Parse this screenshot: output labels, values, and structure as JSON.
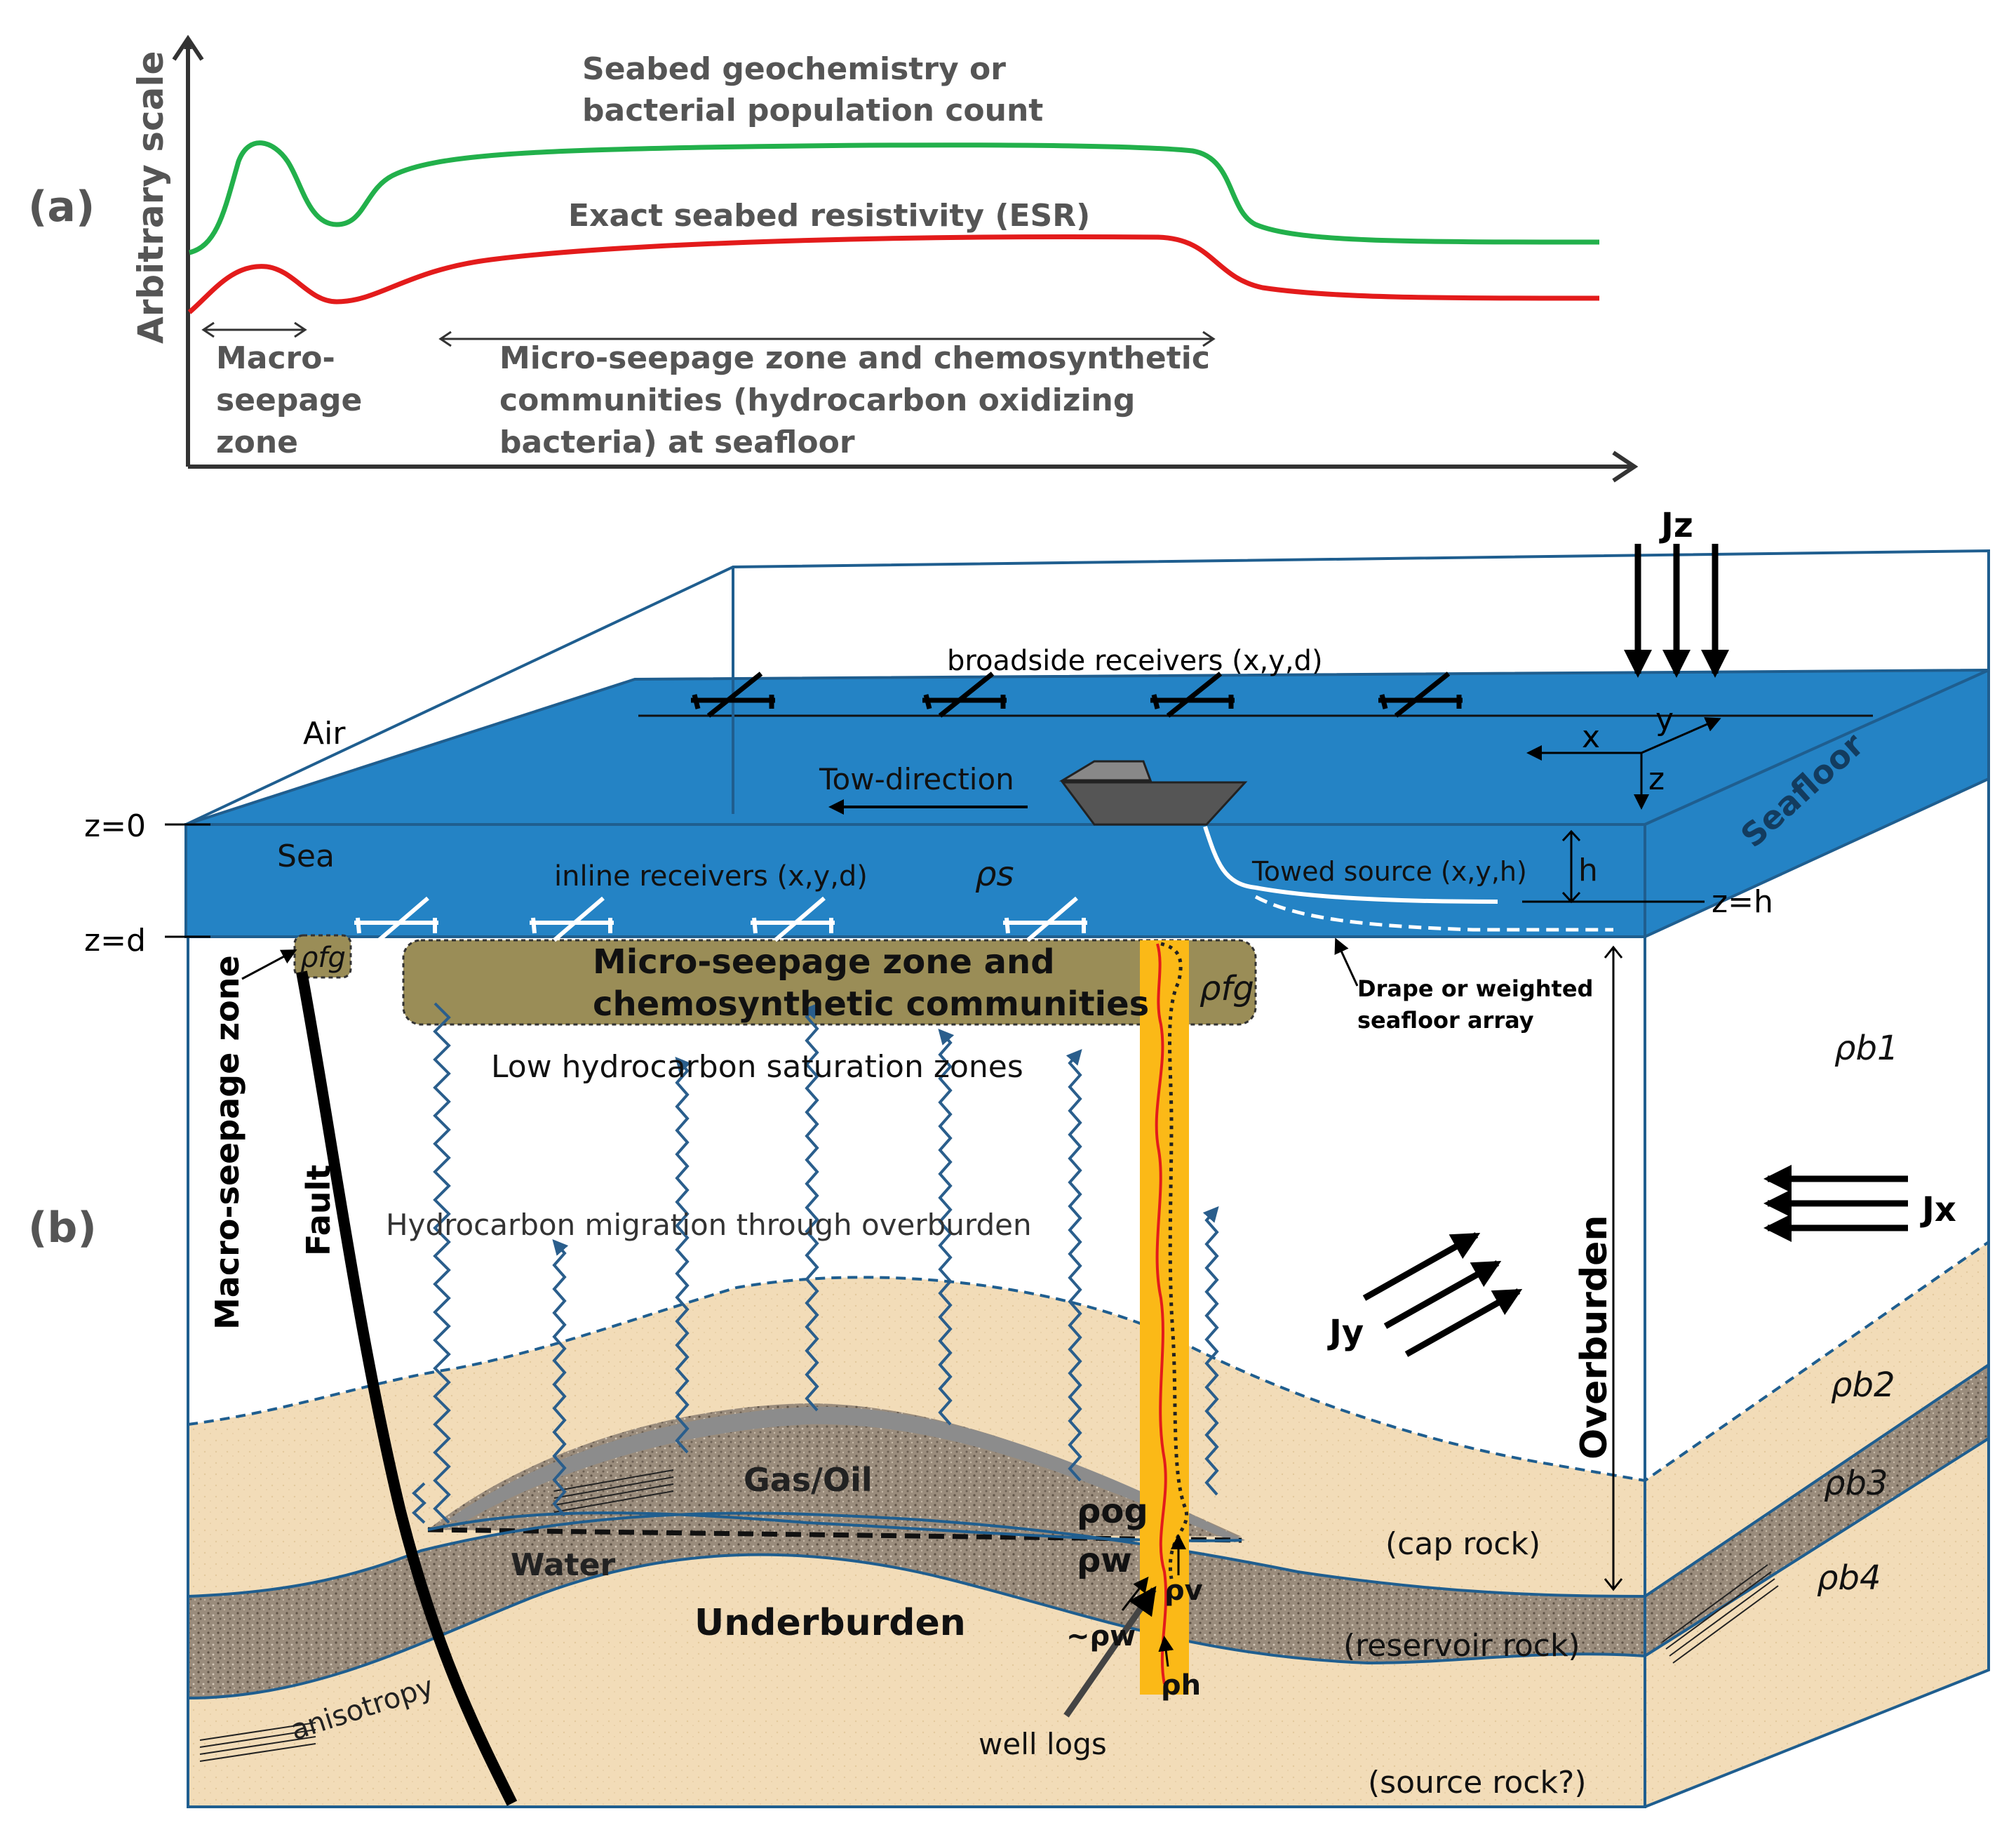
{
  "panel_a": {
    "label": "(a)",
    "y_axis_label": "Arbitrary scale",
    "green_curve_label_1": "Seabed geochemistry or",
    "green_curve_label_2": "bacterial population count",
    "red_curve_label": "Exact seabed resistivity (ESR)",
    "macro_label_1": "Macro-",
    "macro_label_2": "seepage",
    "macro_label_3": "zone",
    "micro_label_1": "Micro-seepage zone and chemosynthetic",
    "micro_label_2": "communities (hydrocarbon oxidizing",
    "micro_label_3": "bacteria) at seafloor",
    "colors": {
      "green_curve": "#22b04b",
      "red_curve": "#e31b1b"
    }
  },
  "panel_b": {
    "label": "(b)",
    "air": "Air",
    "sea": "Sea",
    "seafloor": "Seafloor",
    "z0": "z=0",
    "zd": "z=d",
    "zh": "z=h",
    "h": "h",
    "broadside": "broadside receivers (x,y,d)",
    "inline": "inline receivers (x,y,d)",
    "tow_direction": "Tow-direction",
    "towed_source": "Towed source (x,y,h)",
    "drape_1": "Drape or weighted",
    "drape_2": "seafloor array",
    "axis_x": "x",
    "axis_y": "y",
    "axis_z": "z",
    "rho_s": "ρs",
    "rho_fg_left": "ρfg",
    "rho_fg_right": "ρfg",
    "rho_b1": "ρb1",
    "rho_b2": "ρb2",
    "rho_b3": "ρb3",
    "rho_b4": "ρb4",
    "rho_og": "ρog",
    "rho_w": "ρw",
    "rho_w_approx": "~ρw",
    "rho_v": "ρv",
    "rho_h": "ρh",
    "Jz": "Jz",
    "Jx": "Jx",
    "Jy": "Jy",
    "micro_zone_1": "Micro-seepage zone and",
    "micro_zone_2": "chemosynthetic communities",
    "low_hc": "Low hydrocarbon saturation zones",
    "migration": "Hydrocarbon migration through overburden",
    "macro_zone": "Macro-seepage zone",
    "fault": "Fault",
    "overburden": "Overburden",
    "gas_oil": "Gas/Oil",
    "water": "Water",
    "underburden": "Underburden",
    "anisotropy": "anisotropy",
    "well_logs": "well logs",
    "cap_rock": "(cap rock)",
    "reservoir_rock": "(reservoir rock)",
    "source_rock": "(source rock?)",
    "colors": {
      "sea": "#2483c5",
      "box_edge": "#1f5e8f",
      "sand": "#f2dcb8",
      "reservoir": "#9a8c7c",
      "micro_zone": "#9a8d57",
      "well": "#fbb917",
      "migration": "#2a5e8c"
    }
  }
}
